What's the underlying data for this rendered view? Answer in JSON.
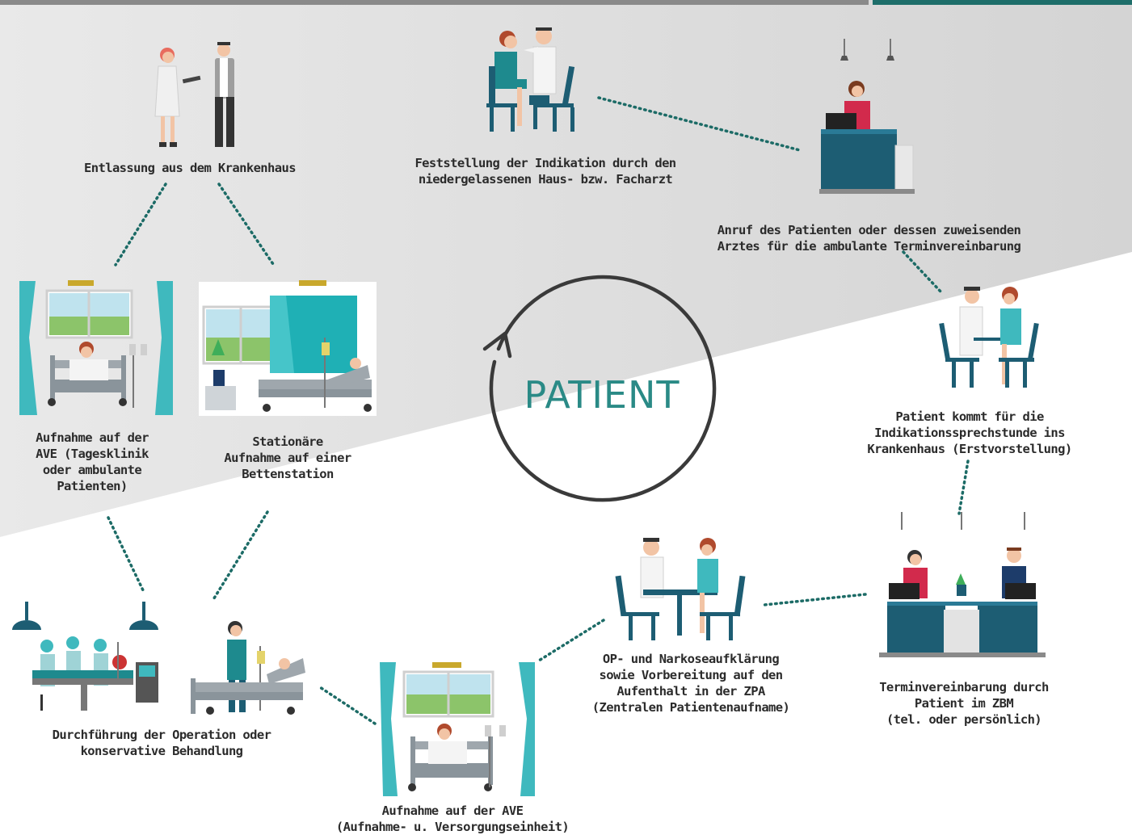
{
  "center_label": "PATIENT",
  "colors": {
    "teal": "#1e8a8e",
    "dark_teal": "#1d5d73",
    "curtain": "#3fb9be",
    "dots": "#1c6b66",
    "grey_bg": "#dcdcdc",
    "top_bar": "#8a8a8a",
    "text": "#2b2b2b"
  },
  "steps": [
    {
      "id": "indication",
      "icon": "doctor-exam-icon",
      "lines": [
        "Feststellung der Indikation durch den",
        "niedergelassenen Haus- bzw. Facharzt"
      ]
    },
    {
      "id": "call",
      "icon": "reception-desk-phone-icon",
      "lines": [
        "Anruf des Patienten oder dessen zuweisenden",
        "Arztes für die ambulante Terminvereinbarung"
      ]
    },
    {
      "id": "first-visit",
      "icon": "doctor-consultation-icon",
      "lines": [
        "Patient kommt für die",
        "Indikationssprechstunde ins",
        "Krankenhaus (Erstvorstellung)"
      ]
    },
    {
      "id": "appointment",
      "icon": "reception-counter-icon",
      "lines": [
        "Terminvereinbarung durch",
        "Patient im ZBM",
        "(tel. oder persönlich)"
      ]
    },
    {
      "id": "op-briefing",
      "icon": "consultation-table-icon",
      "lines": [
        "OP- und Narkoseaufklärung",
        "sowie Vorbereitung auf den",
        "Aufenthalt in der ZPA",
        "(Zentralen Patientenaufname)"
      ]
    },
    {
      "id": "ave-admission",
      "icon": "hospital-bed-window-icon",
      "lines": [
        "Aufnahme auf der AVE",
        "(Aufnahme- u. Versorgungseinheit)"
      ]
    },
    {
      "id": "operation",
      "icon": "operating-room-icon",
      "lines": [
        "Durchführung der Operation oder",
        "konservative Behandlung"
      ]
    },
    {
      "id": "ave-day",
      "icon": "patient-bed-curtain-icon",
      "lines": [
        "Aufnahme auf der",
        "AVE (Tagesklinik",
        "oder ambulante",
        "Patienten)"
      ]
    },
    {
      "id": "ward",
      "icon": "ward-room-icon",
      "lines": [
        "Stationäre",
        "Aufnahme auf einer",
        "Bettenstation"
      ]
    },
    {
      "id": "discharge",
      "icon": "discharge-handover-icon",
      "lines": [
        "Entlassung aus dem Krankenhaus"
      ]
    }
  ]
}
